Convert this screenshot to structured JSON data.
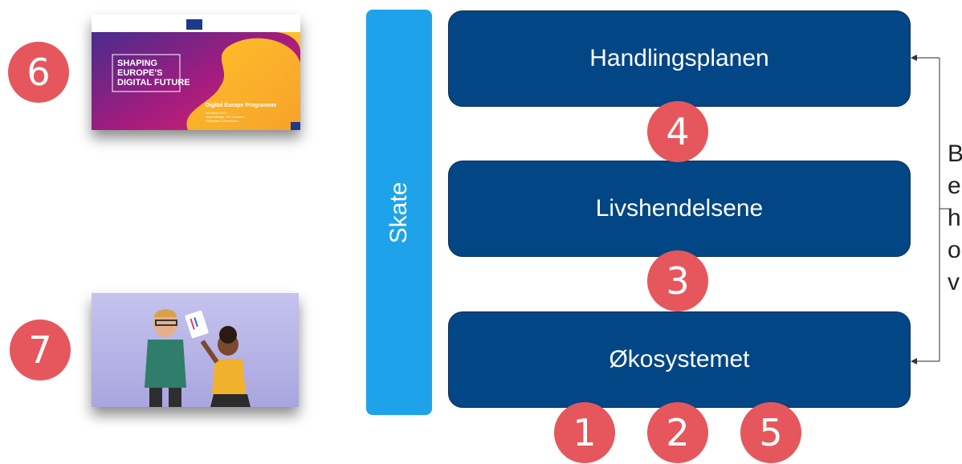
{
  "thumbnails": {
    "europe": {
      "title_lines": [
        "SHAPING",
        "EUROPE'S",
        "DIGITAL FUTURE"
      ],
      "programme": "Digital Europe Programme",
      "details": [
        "18 March 2021",
        "Jessi Weriejz, DG Connect",
        "European Commission"
      ]
    }
  },
  "skate": {
    "label": "Skate"
  },
  "boxes": {
    "handlingsplanen": "Handlingsplanen",
    "livshendelsene": "Livshendelsene",
    "okosystemet": "Økosystemet"
  },
  "badges": {
    "b1": "1",
    "b2": "2",
    "b3": "3",
    "b4": "4",
    "b5": "5",
    "b6": "6",
    "b7": "7"
  },
  "side_text_lines": [
    "B",
    "e",
    "h",
    "o",
    "v"
  ],
  "colors": {
    "box": "#034685",
    "skate": "#1ea3ea",
    "badge": "#e5575c"
  }
}
